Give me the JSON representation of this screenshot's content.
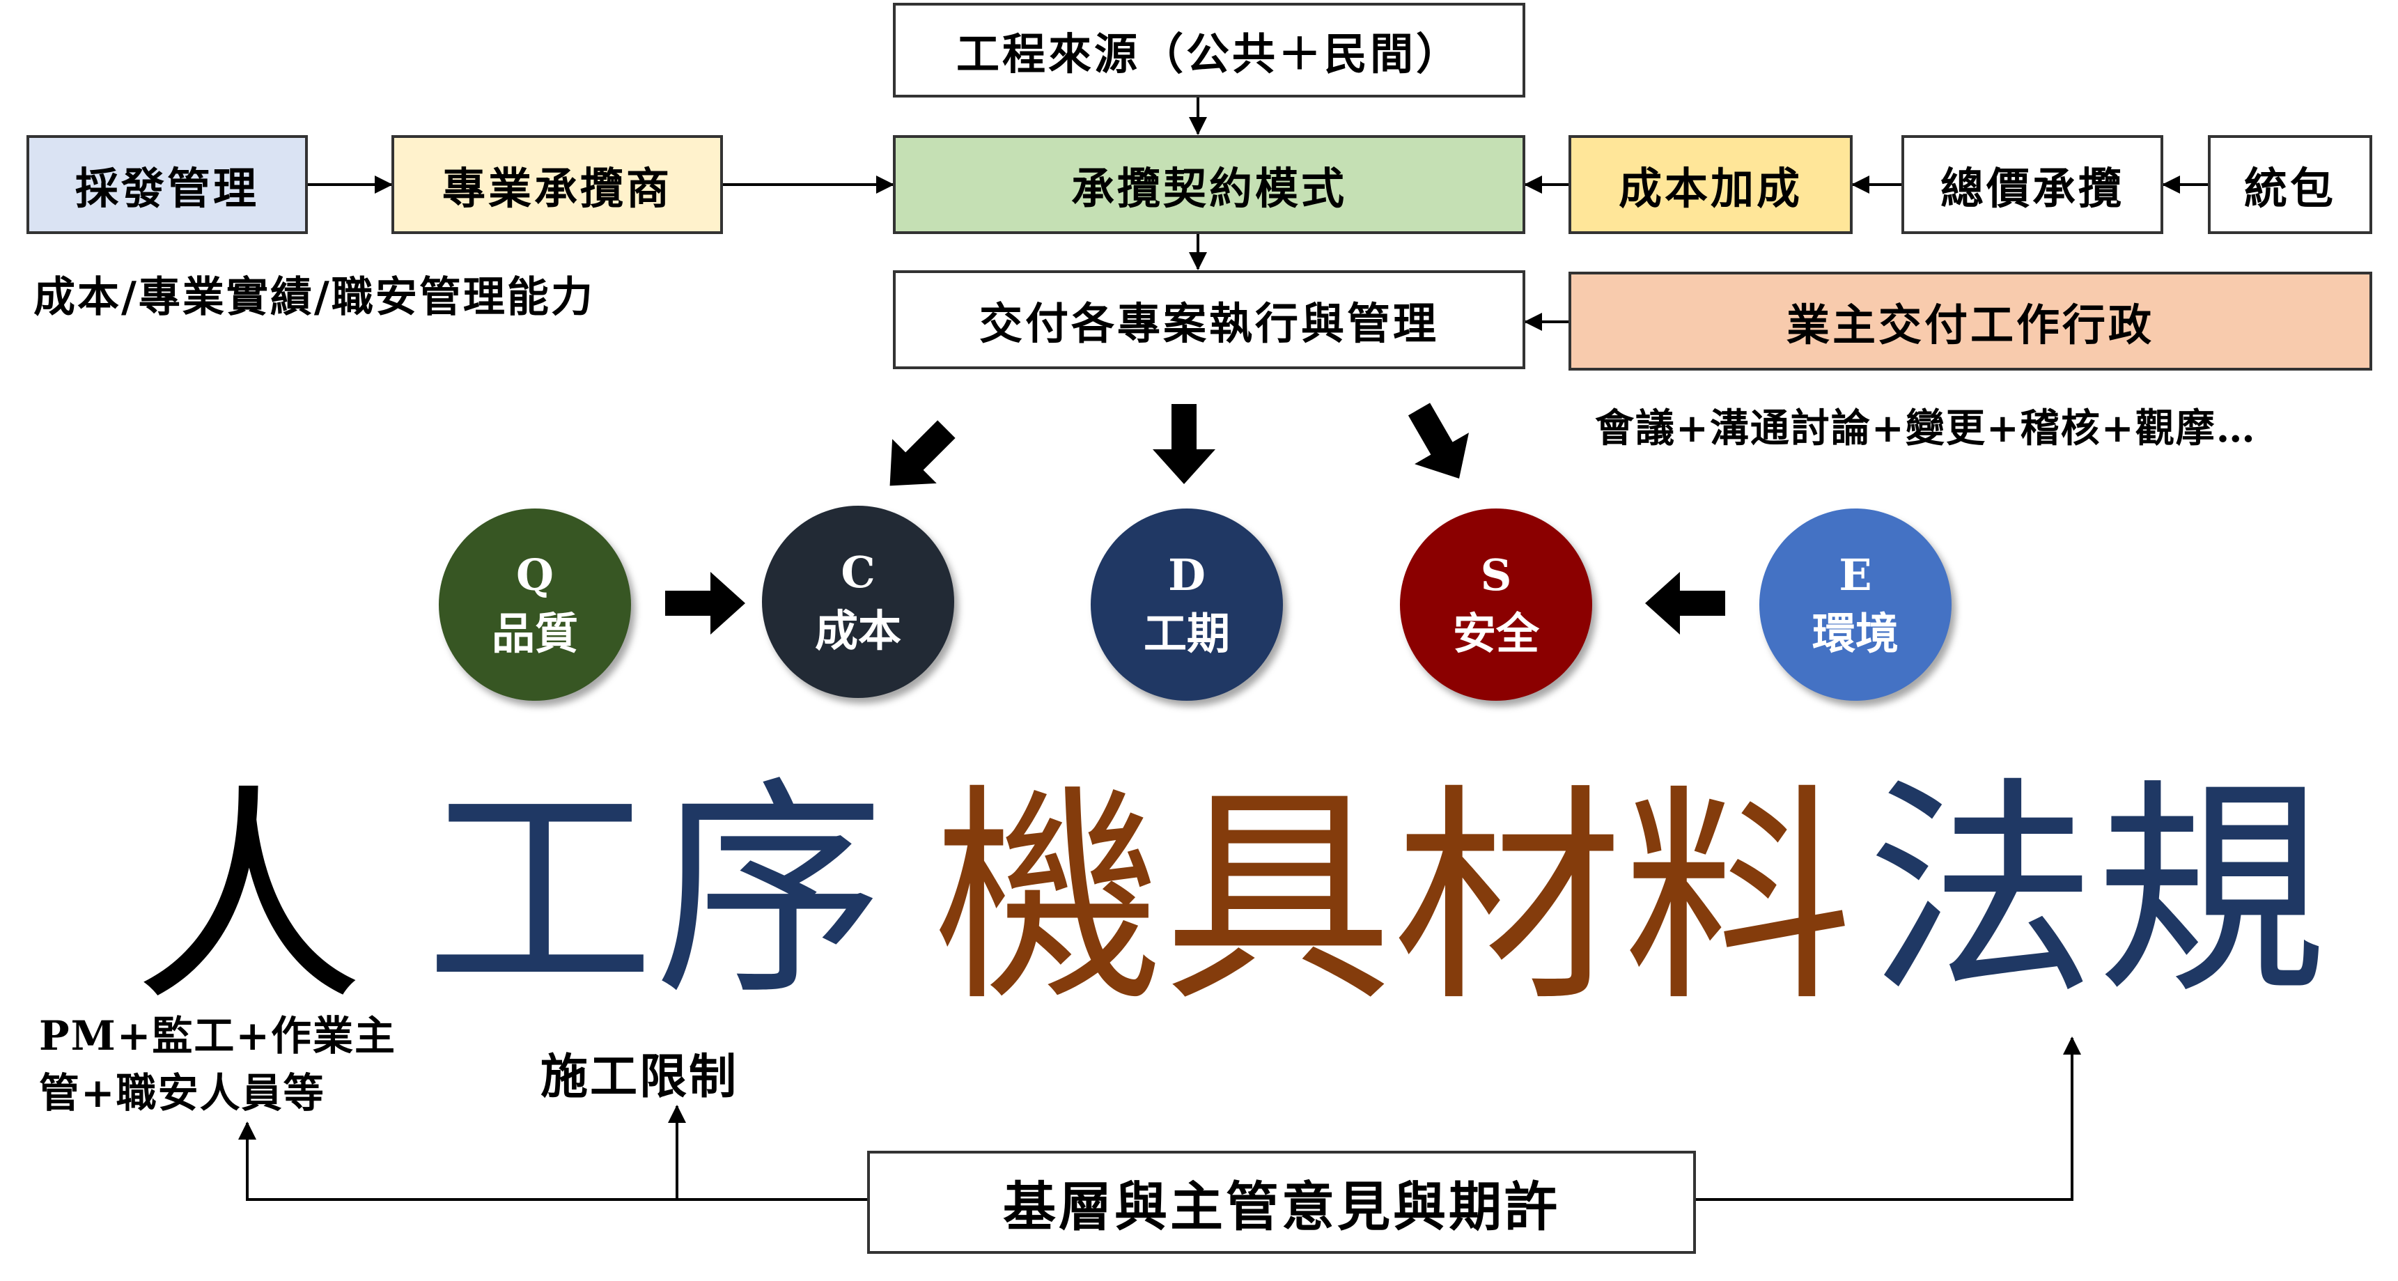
{
  "top": {
    "source": "工程來源（公共＋民間）",
    "contract_mode": "承攬契約模式",
    "delivery": "交付各專案執行與管理",
    "procurement": "採發管理",
    "subcontractor": "專業承攬商",
    "subcontractor_caption": "成本/專業實績/職安管理能力",
    "cost_plus": "成本加成",
    "lump_sum": "總價承攬",
    "turnkey": "統包",
    "owner_admin": "業主交付工作行政",
    "owner_admin_caption": "會議+溝通討論+變更+稽核+觀摩…"
  },
  "circles": {
    "q": {
      "letter": "Q",
      "label": "品質"
    },
    "c": {
      "letter": "C",
      "label": "成本"
    },
    "d": {
      "letter": "D",
      "label": "工期"
    },
    "s": {
      "letter": "S",
      "label": "安全"
    },
    "e": {
      "letter": "E",
      "label": "環境"
    }
  },
  "factors": {
    "people": "人",
    "process": "工序",
    "machines": "機具材料",
    "regulations": "法規"
  },
  "notes": {
    "people_note_line1": "PM+監工+作業主",
    "people_note_line2": "管+職安人員等",
    "process_note": "施工限制",
    "feedback": "基層與主管意見與期許"
  },
  "colors": {
    "procurement_fill": "#dae3f3",
    "subcontractor_fill": "#fff2cc",
    "contract_fill": "#c5e0b4",
    "cost_plus_fill": "#ffe699",
    "owner_admin_fill": "#f8cbad",
    "q_circle": "#375623",
    "c_circle": "#222a35",
    "d_circle": "#203864",
    "s_circle": "#8b0000",
    "e_circle": "#4472c4",
    "process_text": "#1f3864",
    "machines_text": "#843c0c",
    "regulations_text": "#1f3864"
  }
}
